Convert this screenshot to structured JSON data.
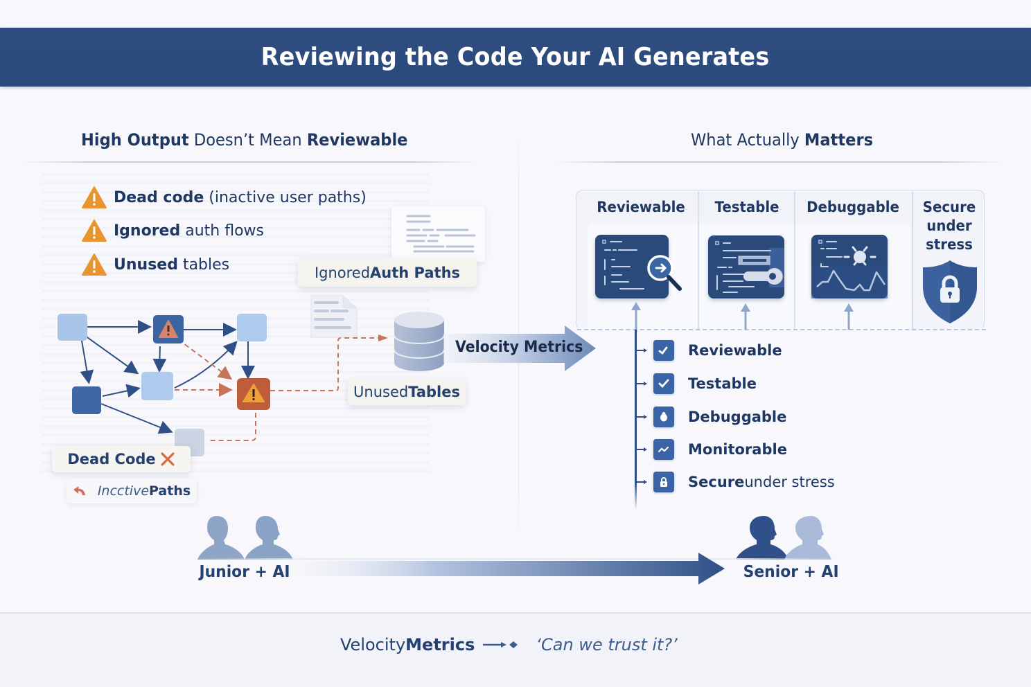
{
  "header": {
    "title": "Reviewing the Code Your AI Generates"
  },
  "left": {
    "heading": {
      "part1_bold": "High Output",
      "part2": " Doesn’t Mean ",
      "part3_bold": "Reviewable"
    },
    "warnings": [
      {
        "icon": "warning-icon",
        "bold": "Dead code",
        "rest": " (inactive user paths)"
      },
      {
        "icon": "warning-icon",
        "bold": "Ignored",
        "rest": " auth flows"
      },
      {
        "icon": "warning-icon",
        "bold": "Unused",
        "rest": " tables"
      }
    ],
    "labels": {
      "ignored_auth": {
        "normal": "Ignored ",
        "bold": "Auth Paths"
      },
      "unused_tables": {
        "normal": "Unused ",
        "bold": "Tables"
      },
      "dead_code": {
        "bold": "Dead Code",
        "icon": "x-mark-icon"
      },
      "inactive_paths": {
        "italic": "Incctive",
        "bold": " Paths",
        "icon": "return-arrow-icon"
      }
    },
    "velocity_arrow": {
      "label": "Velocity Metrics"
    }
  },
  "right": {
    "heading": {
      "part1": "What Actually ",
      "part2_bold": "Matters"
    },
    "columns": [
      {
        "label": "Reviewable",
        "icon": "code-review-magnifier-icon"
      },
      {
        "label": "Testable",
        "icon": "code-test-key-icon"
      },
      {
        "label": "Debuggable",
        "icon": "debug-bug-chart-icon"
      },
      {
        "label_lines": [
          "Secure",
          "under",
          "stress"
        ],
        "icon": "shield-lock-icon"
      }
    ],
    "checklist": [
      {
        "icon": "review-check-icon",
        "bold": "Reviewable",
        "rest": ""
      },
      {
        "icon": "checkmark-icon",
        "bold": "Testable",
        "rest": ""
      },
      {
        "icon": "bug-icon",
        "bold": "Debuggable",
        "rest": ""
      },
      {
        "icon": "trend-line-icon",
        "bold": "Monitorable",
        "rest": ""
      },
      {
        "icon": "lock-icon",
        "bold": "Secure",
        "rest": " under stress"
      }
    ]
  },
  "progression": {
    "from_label": "Junior + AI",
    "to_label": "Senior + AI"
  },
  "footer": {
    "normal": "Velocity ",
    "bold": "Metrics",
    "quote": "‘Can we trust it?’"
  },
  "colors": {
    "header_bg": "#2d4b7e",
    "text_primary": "#1f3763",
    "accent_blue": "#3a64a6",
    "warning_orange": "#e8952f",
    "alert_red_orange": "#c05a35"
  }
}
